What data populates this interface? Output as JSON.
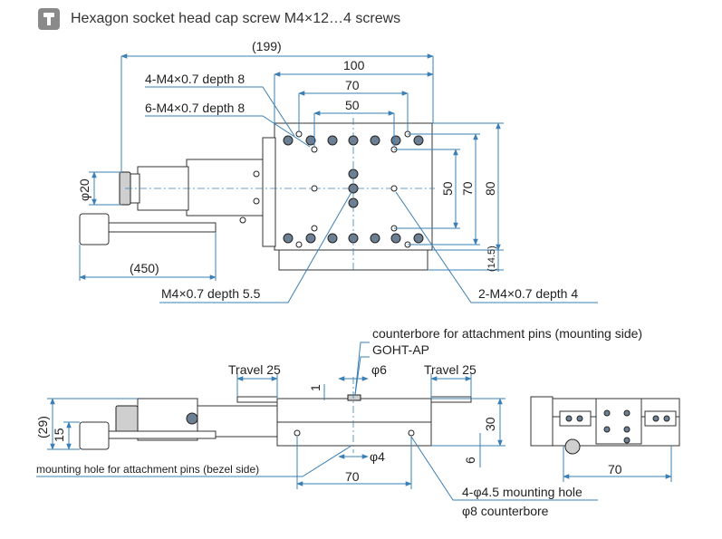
{
  "header": {
    "icon": "screw-icon",
    "text": "Hexagon socket head cap screw M4×12…4 screws"
  },
  "top_view": {
    "dim_199": "(199)",
    "dim_100": "100",
    "dim_70_h": "70",
    "dim_50_h": "50",
    "dim_50_v": "50",
    "dim_70_v": "70",
    "dim_80_v": "80",
    "dim_14_5": "(14.5)",
    "dim_phi20": "φ20",
    "dim_450": "(450)",
    "label_4m4": "4-M4×0.7 depth 8",
    "label_6m4": "6-M4×0.7 depth 8",
    "label_m4_center": "M4×0.7  depth 5.5",
    "label_2m4": "2-M4×0.7  depth 4"
  },
  "front_view": {
    "label_counterbore_pins": "counterbore for attachment pins (mounting side)",
    "label_goht": "GOHT-AP",
    "dim_phi6": "φ6",
    "dim_1": "1",
    "travel_left": "Travel 25",
    "travel_right": "Travel 25",
    "dim_29": "(29)",
    "dim_15": "15",
    "dim_30": "30",
    "dim_6": "6",
    "dim_phi4": "φ4",
    "dim_70": "70",
    "label_mounting_hole_pins": "mounting hole for attachment pins (bezel side)",
    "label_4phi45": "4-φ4.5 mounting hole",
    "label_phi8": "φ8 counterbore"
  },
  "side_view": {
    "dim_70": "70"
  },
  "colors": {
    "dimension_line": "#3a7fb5",
    "hole": "#6d7f93",
    "badge": "#8a8a8a"
  }
}
